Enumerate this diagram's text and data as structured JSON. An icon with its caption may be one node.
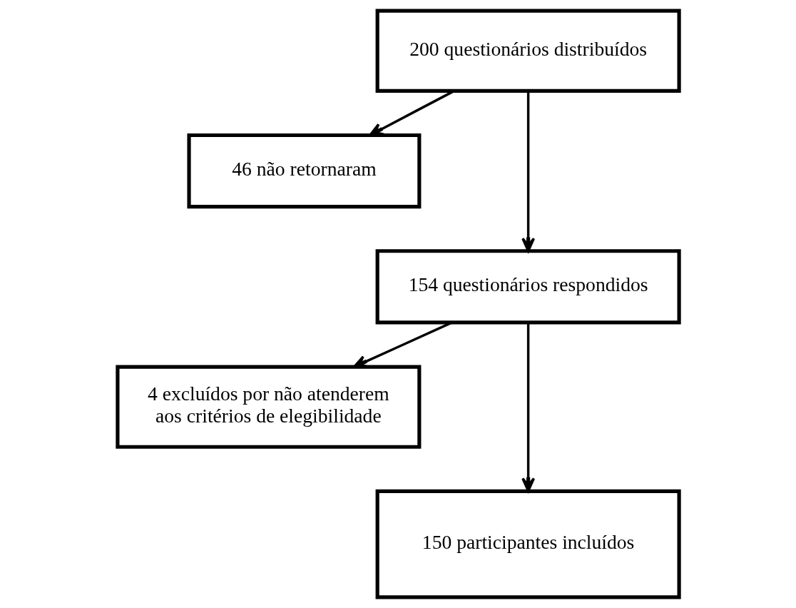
{
  "diagram": {
    "nodes": [
      {
        "text": [
          "200 questionários distribuídos"
        ]
      },
      {
        "text": [
          "46 não retornaram"
        ]
      },
      {
        "text": [
          "154 questionários respondidos"
        ]
      },
      {
        "text": [
          "4 excluídos por não atenderem aos critérios de elegibilidade"
        ]
      },
      {
        "text": [
          "150 participantes incluídos"
        ]
      }
    ],
    "edges": [
      {
        "from": 0,
        "to": 2,
        "arrow": "to"
      },
      {
        "from": 0,
        "to": 1,
        "arrow": "to"
      },
      {
        "from": 2,
        "to": 4,
        "arrow": "to"
      },
      {
        "from": 2,
        "to": 3,
        "arrow": "to"
      }
    ]
  }
}
